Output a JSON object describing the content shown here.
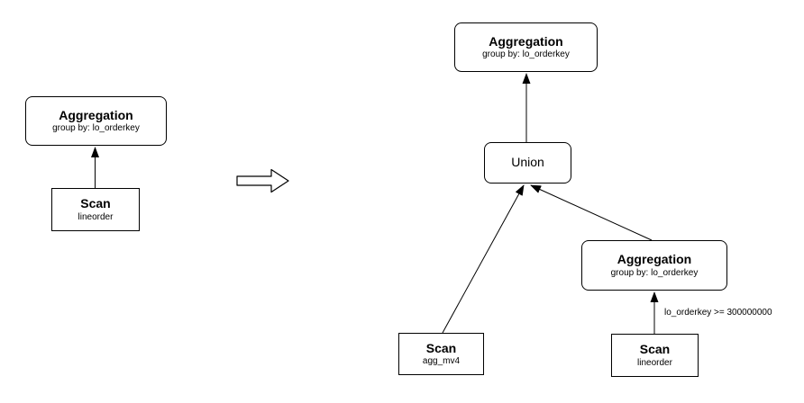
{
  "diagram": {
    "nodes": {
      "left_aggregation": {
        "title": "Aggregation",
        "subtitle": "group by: lo_orderkey"
      },
      "left_scan": {
        "title": "Scan",
        "subtitle": "lineorder"
      },
      "right_aggregation_root": {
        "title": "Aggregation",
        "subtitle": "group by: lo_orderkey"
      },
      "union": {
        "title": "Union"
      },
      "right_aggregation_child": {
        "title": "Aggregation",
        "subtitle": "group by: lo_orderkey"
      },
      "right_scan_mv": {
        "title": "Scan",
        "subtitle": "agg_mv4"
      },
      "right_scan_lineorder": {
        "title": "Scan",
        "subtitle": "lineorder"
      }
    },
    "edge_labels": {
      "filter": "lo_orderkey >= 300000000"
    },
    "colors": {
      "background": "#ffffff",
      "node_fill": "#ffffff",
      "node_border": "#000000",
      "text": "#000000",
      "edge": "#000000"
    }
  }
}
